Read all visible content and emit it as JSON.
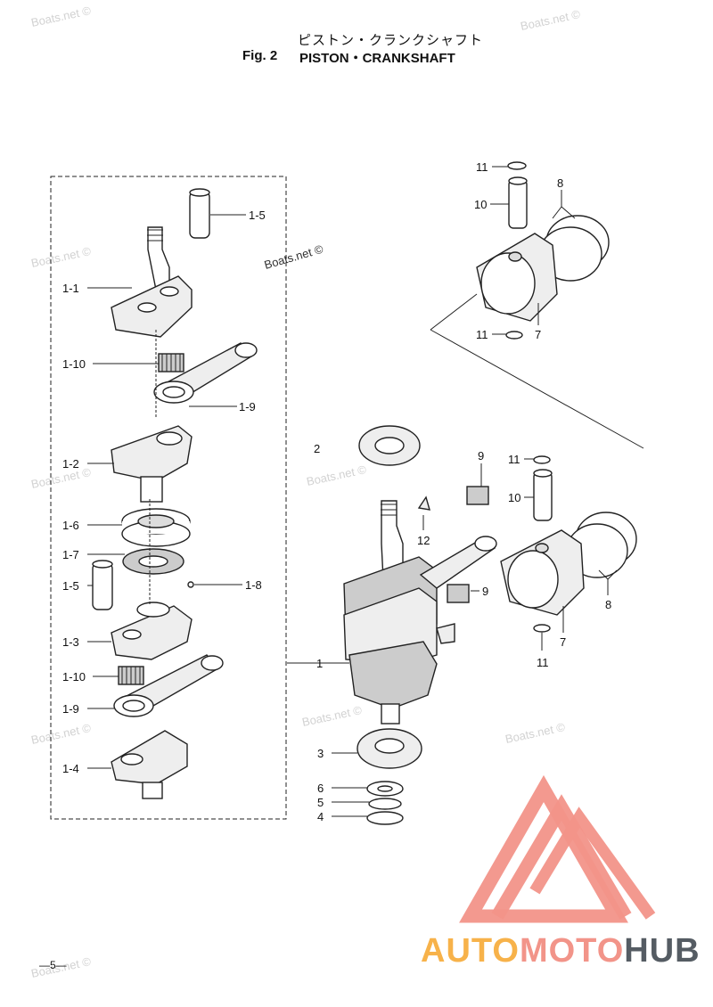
{
  "header": {
    "jp_title": "ピストン・クランクシャフト",
    "fig_label": "Fig. 2",
    "title": "PISTON・CRANKSHAFT"
  },
  "watermark": {
    "text": "Boats.net ©"
  },
  "labels": {
    "l1_5a": "1-5",
    "l1_1": "1-1",
    "l1_10a": "1-10",
    "l1_9a": "1-9",
    "l1_2": "1-2",
    "l1_6": "1-6",
    "l1_7": "1-7",
    "l1_8": "1-8",
    "l1_5b": "1-5",
    "l1_3": "1-3",
    "l1_10b": "1-10",
    "l1_9b": "1-9",
    "l1_4": "1-4",
    "t11a": "11",
    "t10a": "10",
    "t8a": "8",
    "t11b": "11",
    "t7a": "7",
    "t2": "2",
    "t9a": "9",
    "t11c": "11",
    "t10b": "10",
    "t12": "12",
    "t9b": "9",
    "t1": "1",
    "t8b": "8",
    "t7b": "7",
    "t11d": "11",
    "t3": "3",
    "t6": "6",
    "t5": "5",
    "t4": "4"
  },
  "brand": {
    "part1": "AUTO",
    "part2": "MOTO",
    "part3": "HUB"
  },
  "colors": {
    "logo_red": "#f29489",
    "logo_orange": "#f7b24a",
    "logo_dark": "#555c63",
    "watermark": "#d2d2d2"
  },
  "page_number": "—5—"
}
